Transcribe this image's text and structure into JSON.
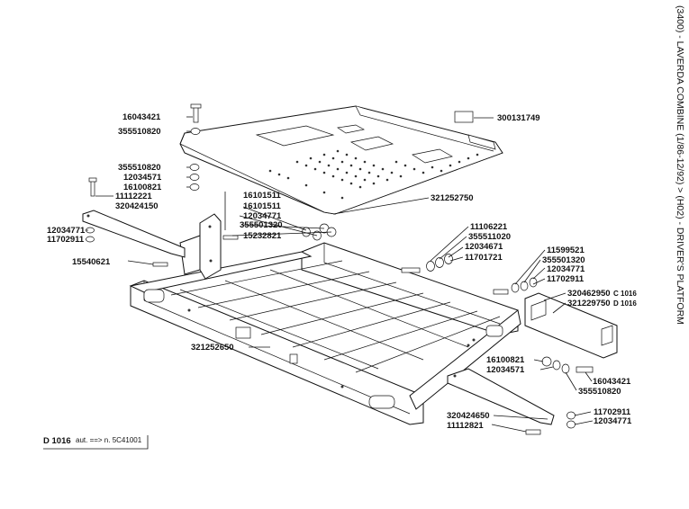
{
  "title": "(3400) - LAVERDA COMBINE (1/86-12/92) > (H02) - DRIVER'S PLATFORM",
  "footer": {
    "code": "D 1016",
    "note": "aut. ==> n. 5C41001"
  },
  "labels": {
    "p16043421_top": "16043421",
    "p355510820_top": "355510820",
    "p300131749": "300131749",
    "p355510820_b": "355510820",
    "p12034571_a": "12034571",
    "p16100821_a": "16100821",
    "p11112221": "11112221",
    "p320424150": "320424150",
    "p16101511_a": "16101511",
    "p16101511_b": "16101511",
    "p12034771_a": "12034771",
    "p355501320_a": "355501320",
    "p15232821": "15232821",
    "p12034771_b": "12034771",
    "p11702911_a": "11702911",
    "p15540621": "15540621",
    "p321252750": "321252750",
    "p11106221": "11106221",
    "p355511020": "355511020",
    "p12034671": "12034671",
    "p11701721": "11701721",
    "p11599521": "11599521",
    "p355501320_b": "355501320",
    "p12034771_c": "12034771",
    "p11702911_b": "11702911",
    "p320462950": "320462950",
    "p320462950_code": "C 1016",
    "p321229750": "321229750",
    "p321229750_code": "D 1016",
    "p321252650": "321252650",
    "p16100821_b": "16100821",
    "p12034571_b": "12034571",
    "p16043421_b": "16043421",
    "p355510820_c": "355510820",
    "p320424650": "320424650",
    "p11112821": "11112821",
    "p11702911_c": "11702911",
    "p12034771_d": "12034771"
  }
}
